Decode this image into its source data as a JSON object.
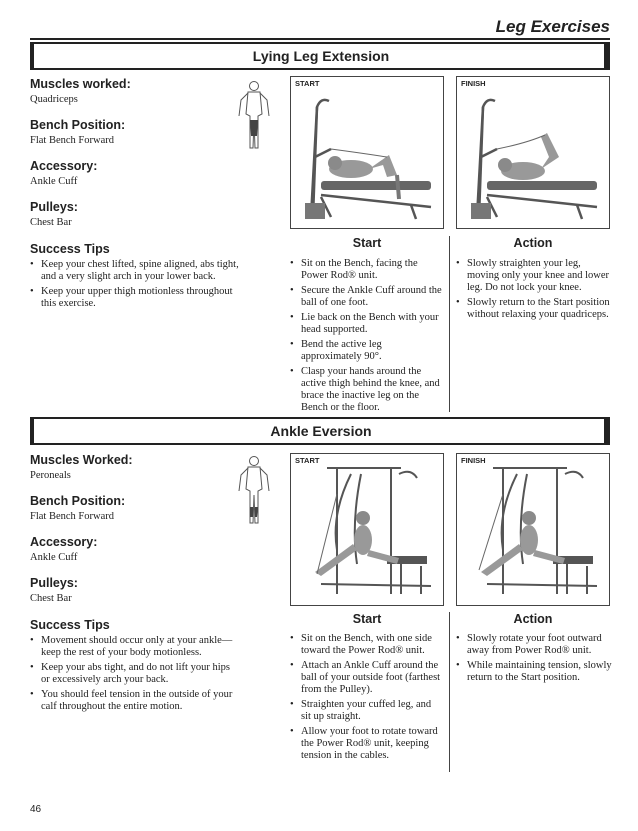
{
  "header": {
    "title": "Leg Exercises"
  },
  "page_number": "46",
  "sections": [
    {
      "title": "Lying Leg Extension",
      "muscles_label": "Muscles worked:",
      "muscles": "Quadriceps",
      "bench_label": "Bench Position:",
      "bench": "Flat Bench Forward",
      "accessory_label": "Accessory:",
      "accessory": "Ankle Cuff",
      "pulleys_label": "Pulleys:",
      "pulleys": "Chest Bar",
      "tips_label": "Success Tips",
      "tips": [
        "Keep your chest lifted, spine aligned, abs tight, and a very slight arch in your lower back.",
        "Keep your upper thigh motionless throughout this exercise."
      ],
      "start_img_label": "START",
      "finish_img_label": "FINISH",
      "start_label": "Start",
      "action_label": "Action",
      "start_steps": [
        "Sit on the Bench, facing the Power Rod® unit.",
        "Secure the Ankle Cuff around the ball of one foot.",
        "Lie back on the Bench with your head supported.",
        "Bend the active leg approximately 90°.",
        "Clasp your hands around the active thigh behind the knee, and brace the inactive leg on the Bench or the floor."
      ],
      "action_steps": [
        "Slowly straighten your leg, moving only your knee and lower leg. Do not lock your knee.",
        "Slowly return to the Start position without relaxing your quadriceps."
      ]
    },
    {
      "title": "Ankle Eversion",
      "muscles_label": "Muscles Worked:",
      "muscles": "Peroneals",
      "bench_label": "Bench Position:",
      "bench": "Flat Bench Forward",
      "accessory_label": "Accessory:",
      "accessory": "Ankle Cuff",
      "pulleys_label": "Pulleys:",
      "pulleys": "Chest Bar",
      "tips_label": "Success Tips",
      "tips": [
        "Movement should occur only at your ankle—keep the rest of your body motionless.",
        "Keep your abs tight, and do not lift your hips or excessively arch your back.",
        "You should feel tension in the outside of your calf throughout the entire motion."
      ],
      "start_img_label": "START",
      "finish_img_label": "FINISH",
      "start_label": "Start",
      "action_label": "Action",
      "start_steps": [
        "Sit on the Bench, with one side toward the Power Rod® unit.",
        "Attach an Ankle Cuff around the ball of your outside foot (farthest from the Pulley).",
        "Straighten your cuffed leg, and sit up straight.",
        "Allow your foot to rotate toward the Power Rod® unit, keeping tension in the cables."
      ],
      "action_steps": [
        "Slowly rotate your foot outward away from Power Rod® unit.",
        "While maintaining tension, slowly return to the Start position."
      ]
    }
  ]
}
